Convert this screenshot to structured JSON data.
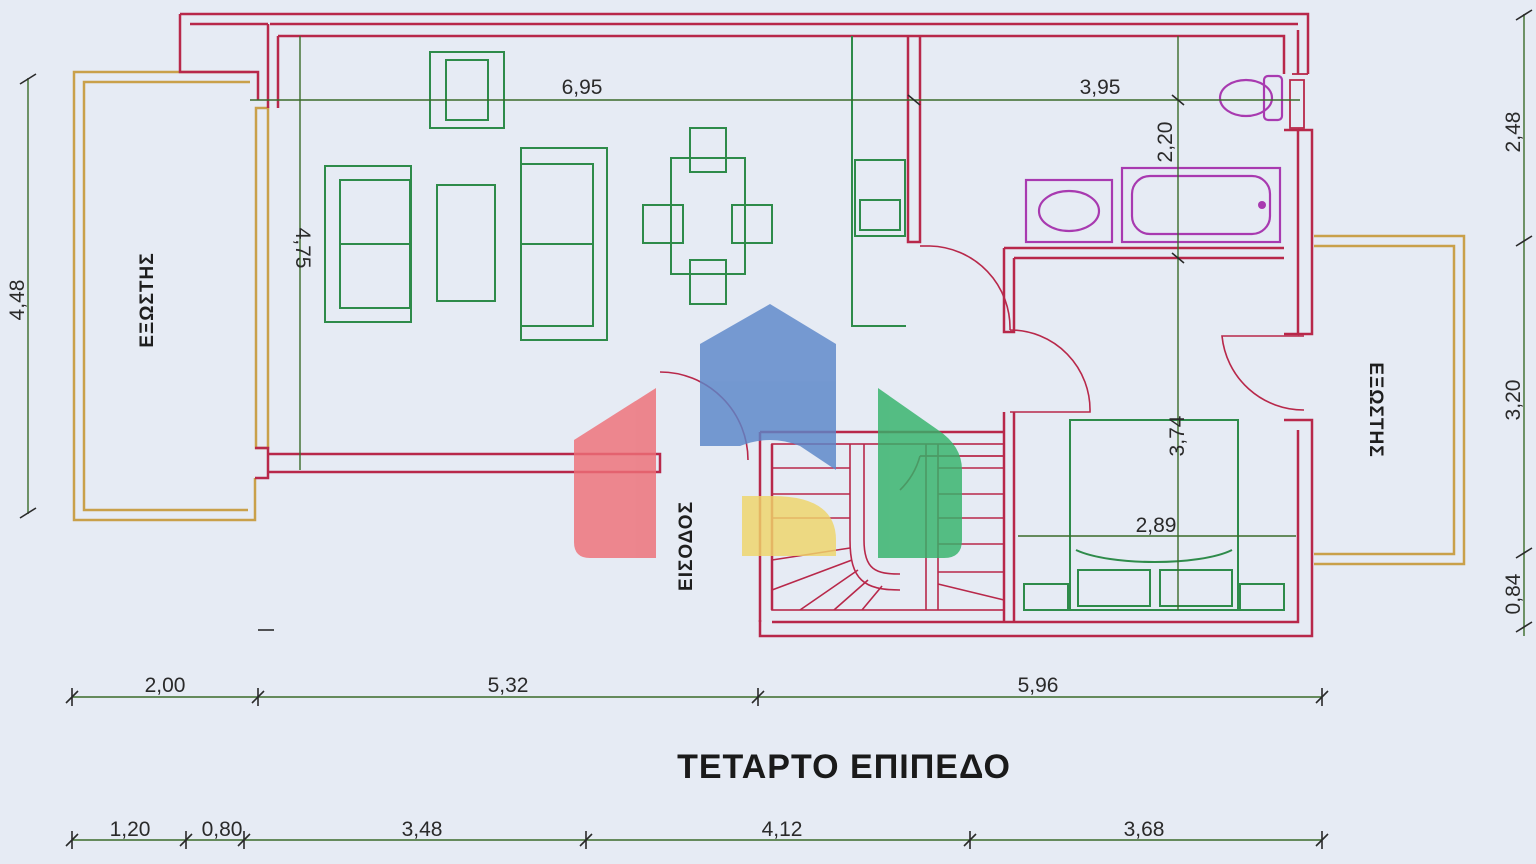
{
  "title": "ΤΕΤΑΡΤΟ ΕΠΙΠΕΔΟ",
  "rooms": {
    "balcony_left": "ΕΞΩΣΤΗΣ",
    "balcony_right": "ΕΞΩΣΤΗΣ",
    "entrance": "ΕΙΣΟΔΟΣ"
  },
  "dimensions": {
    "top_living_width": "6,95",
    "top_bath_width": "3,95",
    "bath_depth": "2,20",
    "living_depth": "4,75",
    "bedroom_depth": "3,74",
    "bedroom_width": "2,89",
    "left_total": "4,48",
    "right_top": "2,48",
    "right_mid": "3,20",
    "right_bottom": "0,84",
    "row1": [
      "2,00",
      "5,32",
      "5,96"
    ],
    "row2": [
      "1,20",
      "0,80",
      "3,48",
      "4,12",
      "3,68"
    ]
  },
  "colors": {
    "walls": "#b8284a",
    "furniture": "#2e8b4a",
    "sanitary": "#a83ab0",
    "balcony": "#c9a04a",
    "logo_blue": "#5b86c9",
    "logo_red": "#ee6f77",
    "logo_yellow": "#efd66a",
    "logo_green": "#33b26a"
  },
  "watermark_icon": "house-logo-icon"
}
